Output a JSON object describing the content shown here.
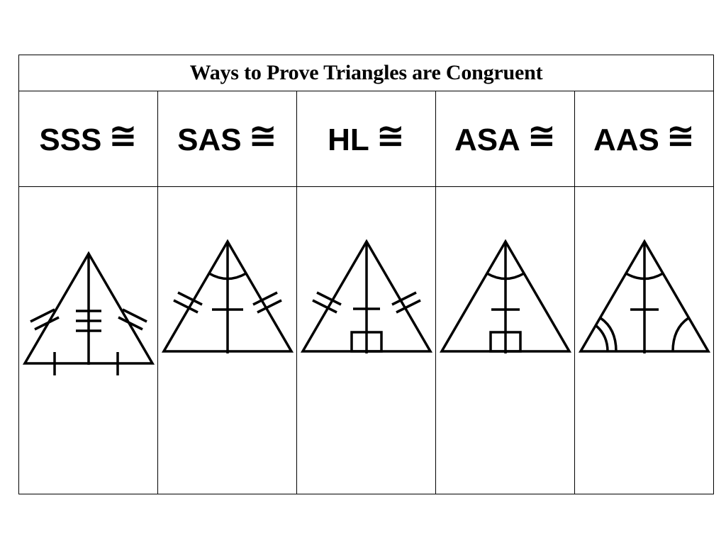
{
  "title": "Ways to Prove Triangles are Congruent",
  "congruence_symbol": "≅",
  "methods": [
    {
      "label": "SSS",
      "markings": "side-side-side"
    },
    {
      "label": "SAS",
      "markings": "side-angle-side"
    },
    {
      "label": "HL",
      "markings": "hypotenuse-leg-right-angle"
    },
    {
      "label": "ASA",
      "markings": "angle-side-angle-right-angle"
    },
    {
      "label": "AAS",
      "markings": "angle-angle-side"
    }
  ]
}
